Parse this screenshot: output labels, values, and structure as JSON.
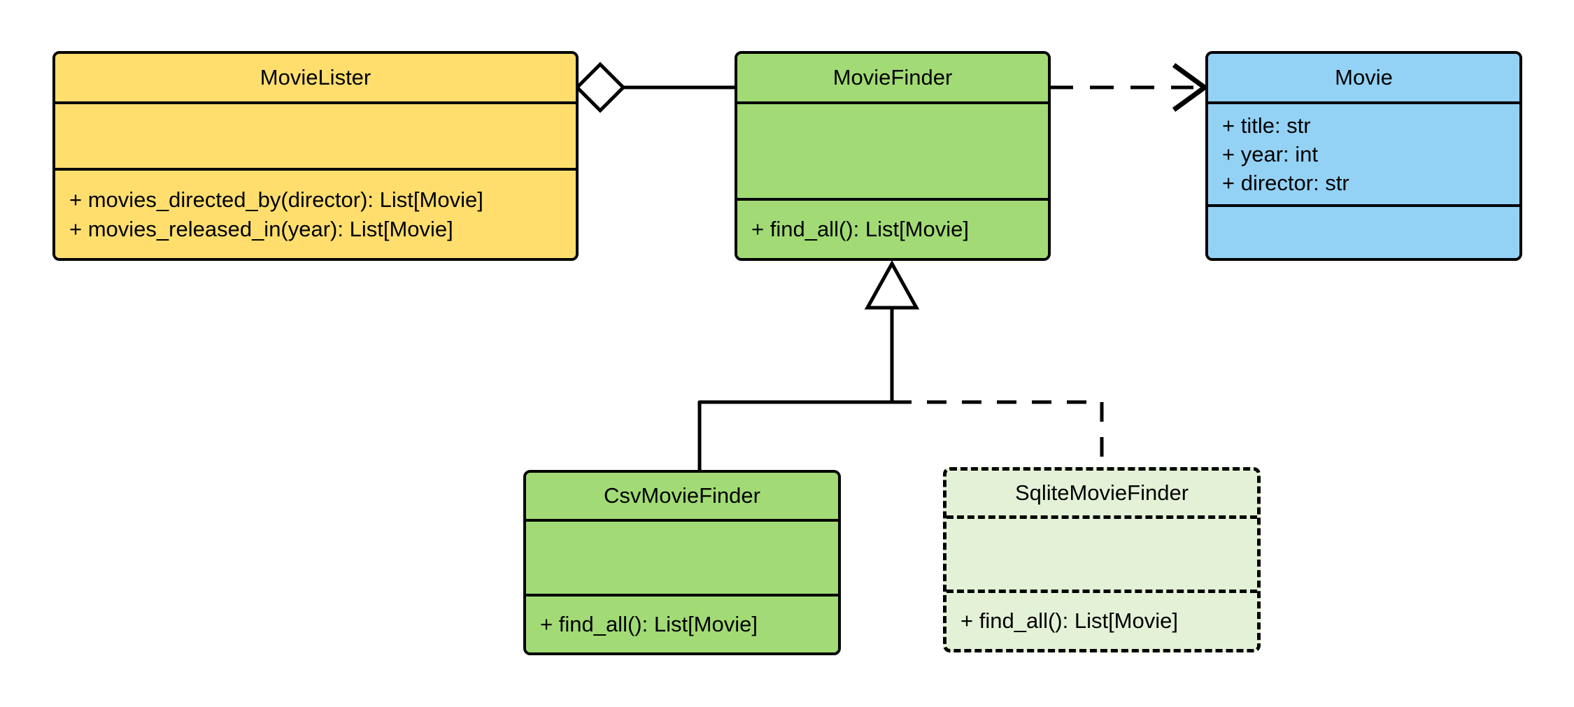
{
  "diagram": {
    "kind": "uml-class-diagram",
    "background_color": "#FFFFFF",
    "line_color": "#000000"
  },
  "classes": [
    {
      "id": "movie-lister",
      "name": "MovieLister",
      "fill_color": "#FFDE6E",
      "border_style": "solid",
      "attributes": [],
      "methods": [
        "+ movies_directed_by(director): List[Movie]",
        "+ movies_released_in(year): List[Movie]"
      ]
    },
    {
      "id": "movie-finder",
      "name": "MovieFinder",
      "fill_color": "#A2DB75",
      "border_style": "solid",
      "attributes": [],
      "methods": [
        "+ find_all(): List[Movie]"
      ]
    },
    {
      "id": "movie",
      "name": "Movie",
      "fill_color": "#93D2F5",
      "border_style": "solid",
      "attributes": [
        "+ title: str",
        "+ year: int",
        "+ director: str"
      ],
      "methods": []
    },
    {
      "id": "csv-movie-finder",
      "name": "CsvMovieFinder",
      "fill_color": "#A2DB75",
      "border_style": "solid",
      "attributes": [],
      "methods": [
        "+ find_all(): List[Movie]"
      ]
    },
    {
      "id": "sqlite-movie-finder",
      "name": "SqliteMovieFinder",
      "fill_color": "#E3F2D7",
      "border_style": "dashed",
      "attributes": [],
      "methods": [
        "+ find_all(): List[Movie]"
      ]
    }
  ],
  "relationships": [
    {
      "id": "lister-aggregates-finder",
      "type": "aggregation",
      "from": "MovieLister",
      "to": "MovieFinder",
      "line_style": "solid",
      "end_marker": "hollow-diamond"
    },
    {
      "id": "finder-depends-movie",
      "type": "dependency",
      "from": "MovieFinder",
      "to": "Movie",
      "line_style": "dashed",
      "end_marker": "open-arrow"
    },
    {
      "id": "csv-inherits-finder",
      "type": "generalization",
      "from": "CsvMovieFinder",
      "to": "MovieFinder",
      "line_style": "solid",
      "end_marker": "hollow-triangle"
    },
    {
      "id": "sqlite-inherits-finder",
      "type": "generalization",
      "from": "SqliteMovieFinder",
      "to": "MovieFinder",
      "line_style": "dashed",
      "end_marker": "hollow-triangle"
    }
  ]
}
